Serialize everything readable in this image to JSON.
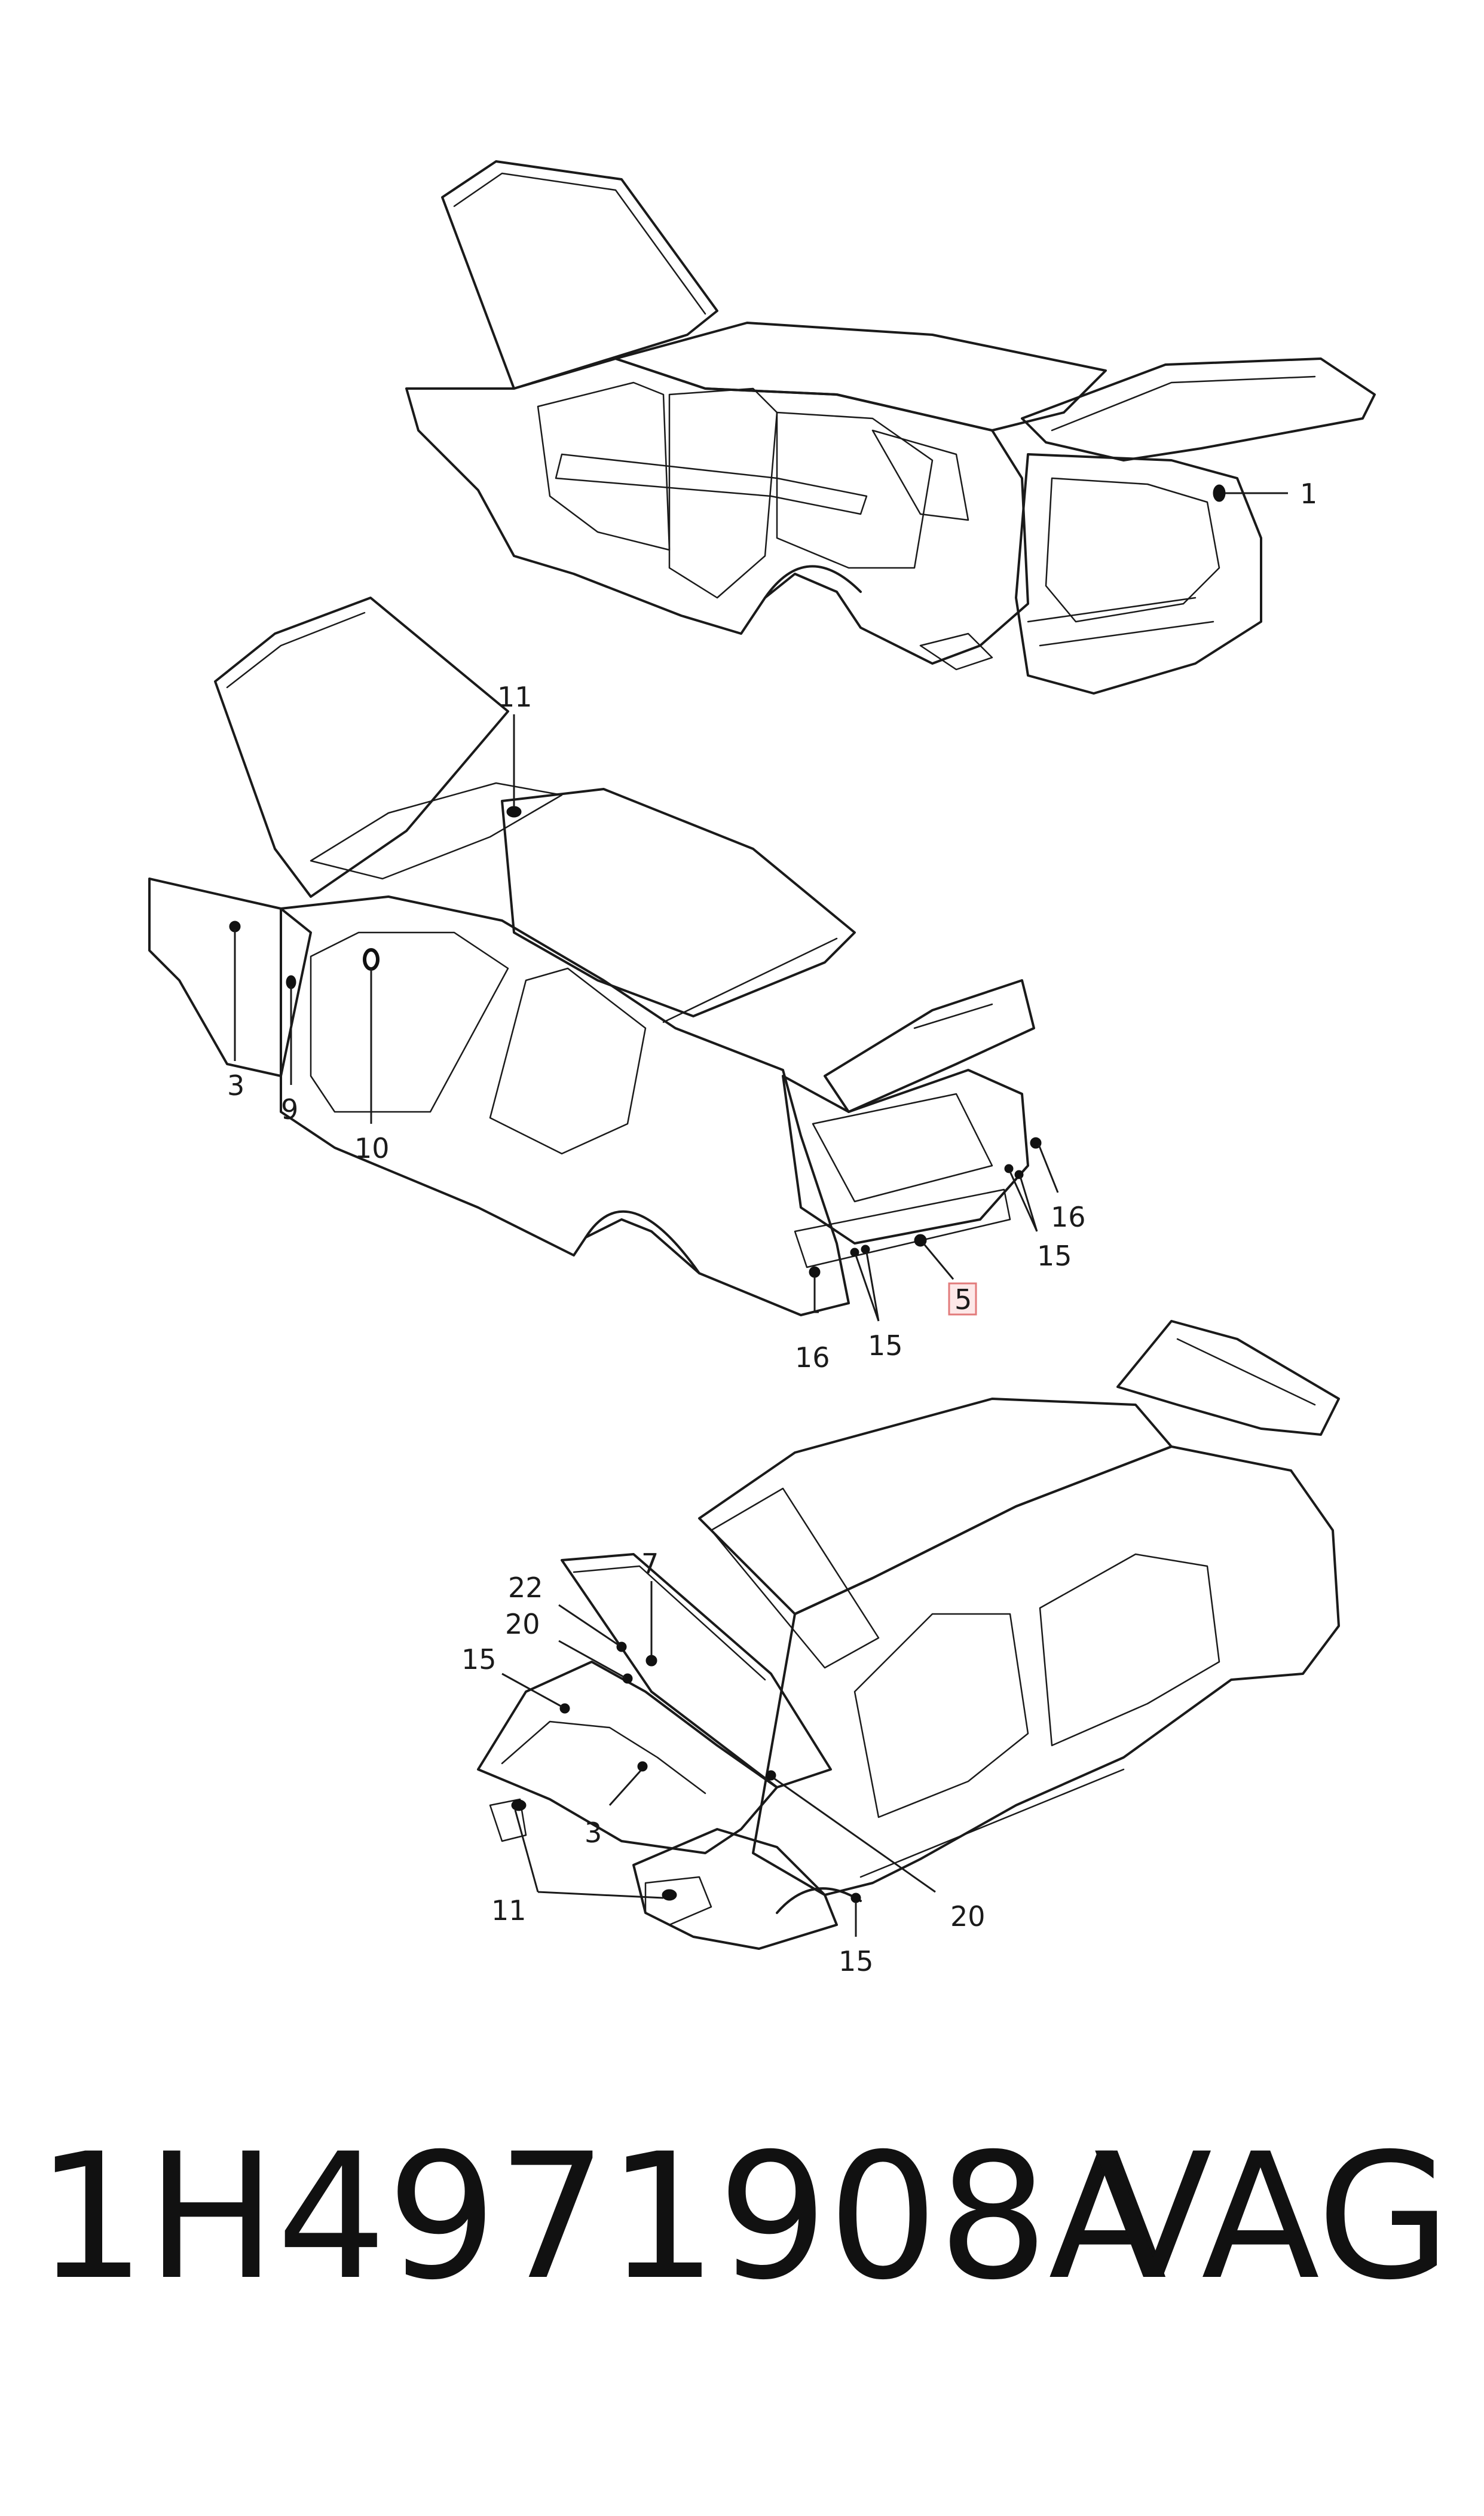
{
  "callouts": {
    "c1": "1",
    "c11a": "11",
    "c3a": "3",
    "c9": "9",
    "c10": "10",
    "c16a": "16",
    "c15a": "15",
    "c5": "5",
    "c15b": "15",
    "c16b": "16",
    "c7": "7",
    "c22": "22",
    "c20a": "20",
    "c15c": "15",
    "c3b": "3",
    "c11b": "11",
    "c20b": "20",
    "c15d": "15"
  },
  "highlighted_callout": "5",
  "footer": {
    "part_number": "1H4971908A",
    "brand": "VAG"
  },
  "colors": {
    "line": "#1a1a1a",
    "highlight_fill": "#fde8e8",
    "highlight_stroke": "#e27b7b"
  }
}
